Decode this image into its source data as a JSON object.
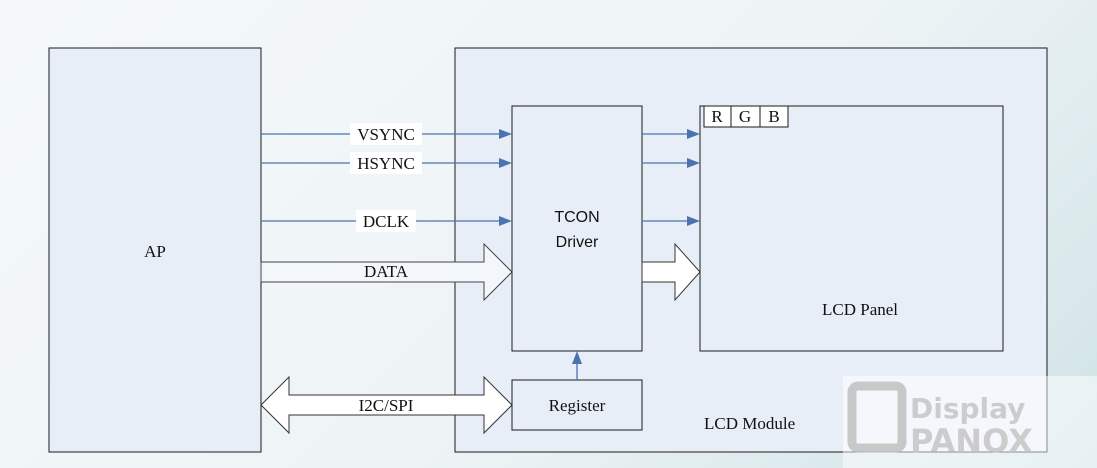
{
  "blocks": {
    "ap": "AP",
    "tcon_line1": "TCON",
    "tcon_line2": "Driver",
    "register": "Register",
    "lcd_panel": "LCD Panel",
    "lcd_module": "LCD Module"
  },
  "rgb": [
    "R",
    "G",
    "B"
  ],
  "signals": {
    "vsync": "VSYNC",
    "hsync": "HSYNC",
    "dclk": "DCLK",
    "data": "DATA",
    "i2c_spi": "I2C/SPI"
  },
  "watermark": {
    "line1": "Display",
    "line2": "PANOX"
  },
  "colors": {
    "block_fill": "#e8eef7",
    "arrow": "#4a74b0"
  }
}
